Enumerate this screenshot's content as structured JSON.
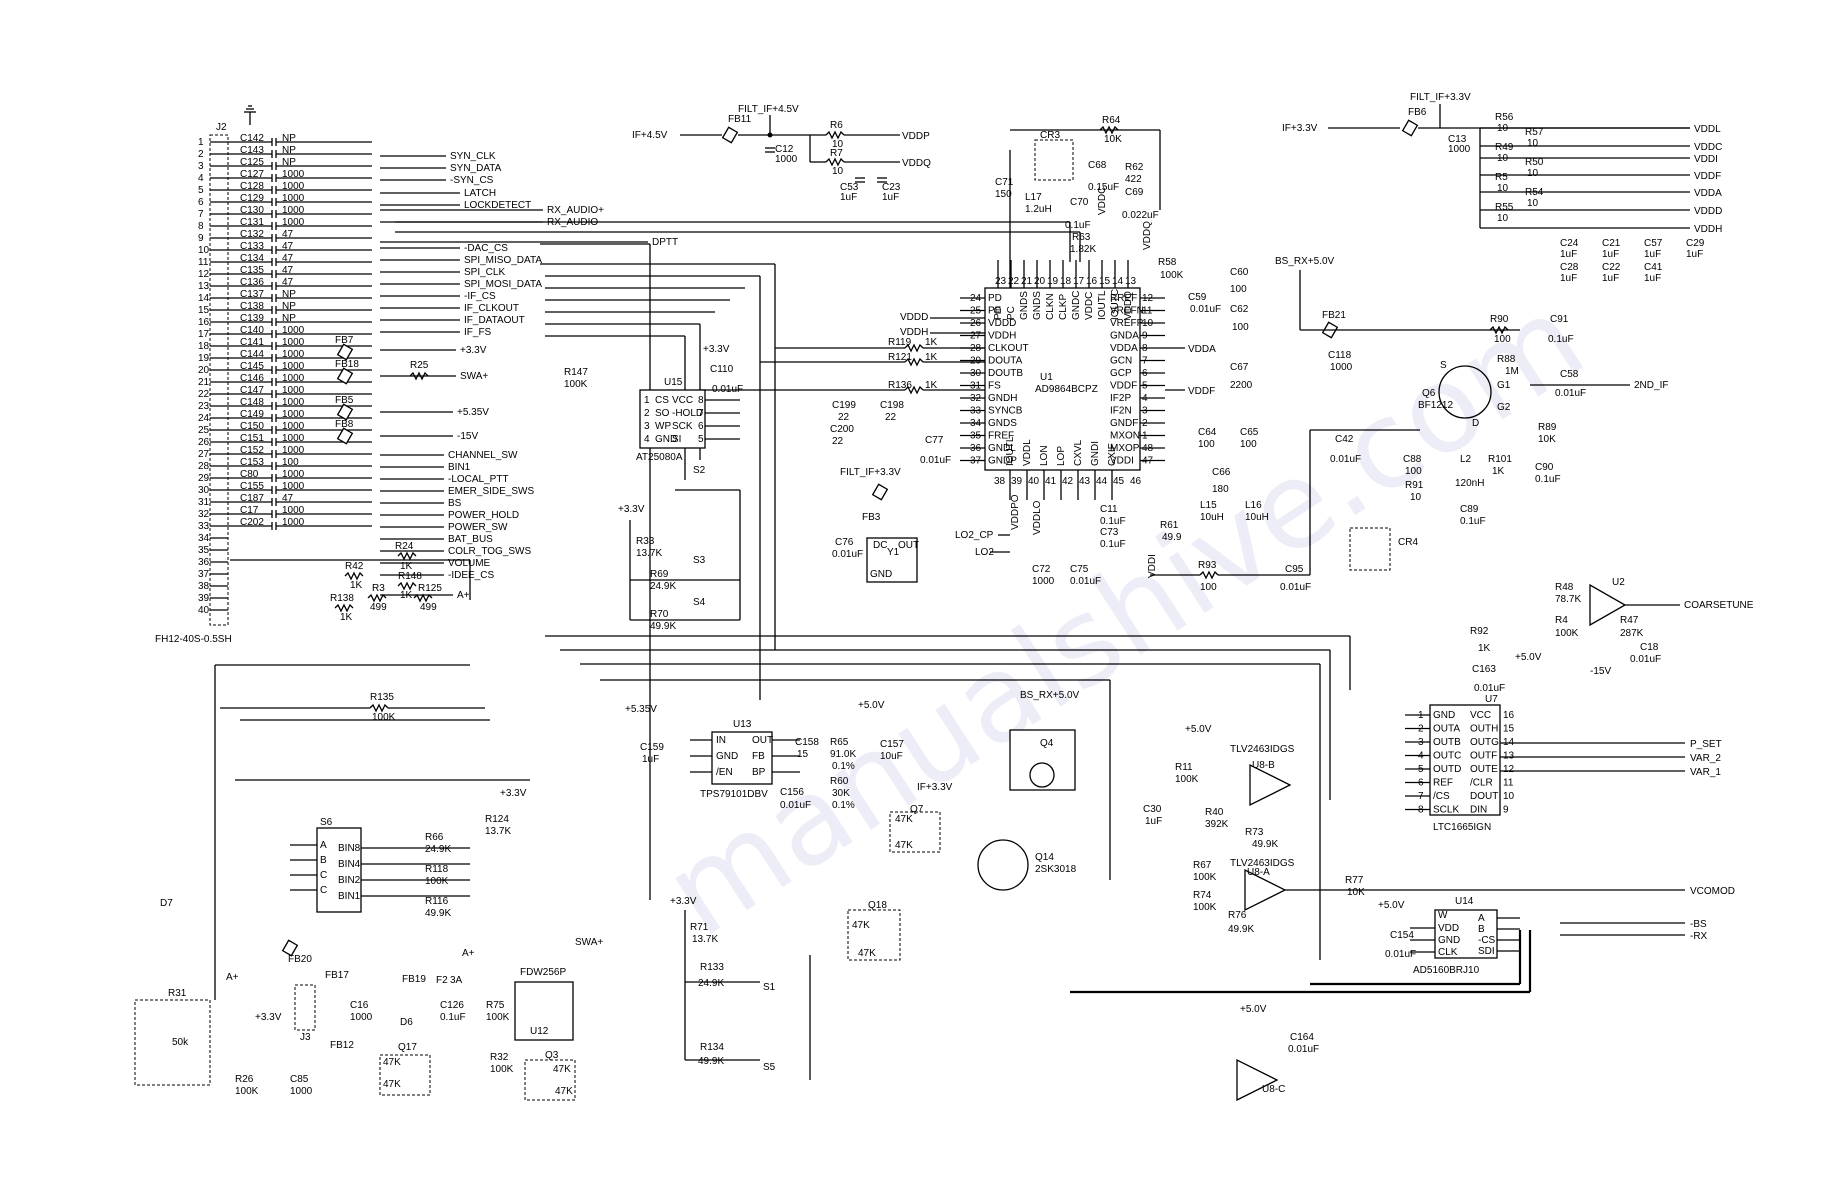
{
  "connector": {
    "ref": "J2",
    "part": "FH12-40S-0.5SH",
    "pins": [
      "1",
      "2",
      "3",
      "4",
      "5",
      "6",
      "7",
      "8",
      "9",
      "10",
      "11",
      "12",
      "13",
      "14",
      "15",
      "16",
      "17",
      "18",
      "19",
      "20",
      "21",
      "22",
      "23",
      "24",
      "25",
      "26",
      "27",
      "28",
      "29",
      "30",
      "31",
      "32",
      "33",
      "34",
      "35",
      "36",
      "37",
      "38",
      "39",
      "40"
    ]
  },
  "caps": [
    {
      "ref": "C142",
      "val": "NP"
    },
    {
      "ref": "C143",
      "val": "NP"
    },
    {
      "ref": "C125",
      "val": "NP"
    },
    {
      "ref": "C127",
      "val": "1000"
    },
    {
      "ref": "C128",
      "val": "1000"
    },
    {
      "ref": "C129",
      "val": "1000"
    },
    {
      "ref": "C130",
      "val": "1000"
    },
    {
      "ref": "C131",
      "val": "1000"
    },
    {
      "ref": "C132",
      "val": "47"
    },
    {
      "ref": "C133",
      "val": "47"
    },
    {
      "ref": "C134",
      "val": "47"
    },
    {
      "ref": "C135",
      "val": "47"
    },
    {
      "ref": "C136",
      "val": "47"
    },
    {
      "ref": "C137",
      "val": "NP"
    },
    {
      "ref": "C138",
      "val": "NP"
    },
    {
      "ref": "C139",
      "val": "NP"
    },
    {
      "ref": "C140",
      "val": "1000"
    },
    {
      "ref": "C141",
      "val": "1000"
    },
    {
      "ref": "C144",
      "val": "1000"
    },
    {
      "ref": "C145",
      "val": "1000"
    },
    {
      "ref": "C146",
      "val": "1000"
    },
    {
      "ref": "C147",
      "val": "1000"
    },
    {
      "ref": "C148",
      "val": "1000"
    },
    {
      "ref": "C149",
      "val": "1000"
    },
    {
      "ref": "C150",
      "val": "1000"
    },
    {
      "ref": "C151",
      "val": "1000"
    },
    {
      "ref": "C152",
      "val": "1000"
    },
    {
      "ref": "C153",
      "val": "100"
    },
    {
      "ref": "C80",
      "val": "1000"
    },
    {
      "ref": "C155",
      "val": "1000"
    },
    {
      "ref": "C187",
      "val": "47"
    },
    {
      "ref": "C17",
      "val": "1000"
    },
    {
      "ref": "C202",
      "val": "1000"
    }
  ],
  "signals": [
    "SYN_CLK",
    "SYN_DATA",
    "-SYN_CS",
    "LATCH",
    "LOCKDETECT",
    "RX_AUDIO+",
    "RX_AUDIO-",
    "DPTT",
    "-DAC_CS",
    "SPI_MISO_DATA",
    "SPI_CLK",
    "SPI_MOSI_DATA",
    "-IF_CS",
    "IF_CLKOUT",
    "IF_DATAOUT",
    "IF_FS",
    "+3.3V",
    "SWA+",
    "+5.35V",
    "-15V",
    "CHANNEL_SW",
    "BIN1",
    "-LOCAL_PTT",
    "EMER_SIDE_SWS",
    "BS",
    "POWER_HOLD",
    "POWER_SW",
    "BAT_BUS",
    "COLR_TOG_SWS",
    "VOLUME",
    "-IDEE_CS",
    "A+"
  ],
  "mid_refs": {
    "fb7": "FB7",
    "fb18": "FB18",
    "fb5": "FB5",
    "fb8": "FB8",
    "r25": "R25",
    "r24": "R24",
    "r24v": "1K",
    "r42": "R42",
    "r42v": "1K",
    "r148": "R148",
    "r148v": "1K",
    "r3": "R3",
    "r3v": "499",
    "r125": "R125",
    "r125v": "499",
    "r138": "R138",
    "r138v": "1K",
    "r135": "R135",
    "r135v": "100K"
  },
  "ifsupply": {
    "net": "IF+4.5V",
    "filt": "FILT_IF+4.5V",
    "fb": "FB11",
    "c12": "C12",
    "c12v": "1000",
    "r6": "R6",
    "r6v": "10",
    "r7": "R7",
    "r7v": "10",
    "c53": "C53",
    "c53v": "1uF",
    "c23": "C23",
    "c23v": "1uF",
    "vddp": "VDDP",
    "vddq": "VDDQ"
  },
  "rail33": {
    "net": "IF+3.3V",
    "filt": "FILT_IF+3.3V",
    "fb": "FB6",
    "c13": "C13",
    "c13v": "1000",
    "res": [
      {
        "ref": "R56",
        "val": "10"
      },
      {
        "ref": "R57",
        "val": "10"
      },
      {
        "ref": "R49",
        "val": "10"
      },
      {
        "ref": "R50",
        "val": "10"
      },
      {
        "ref": "R5",
        "val": "10"
      },
      {
        "ref": "R54",
        "val": "10"
      },
      {
        "ref": "R55",
        "val": "10"
      }
    ],
    "outs": [
      "VDDL",
      "VDDC",
      "VDDI",
      "VDDF",
      "VDDA",
      "VDDD",
      "VDDH"
    ],
    "caps": [
      {
        "ref": "C24",
        "val": "1uF"
      },
      {
        "ref": "C21",
        "val": "1uF"
      },
      {
        "ref": "C57",
        "val": "1uF"
      },
      {
        "ref": "C29",
        "val": "1uF"
      },
      {
        "ref": "C28",
        "val": "1uF"
      },
      {
        "ref": "C22",
        "val": "1uF"
      },
      {
        "ref": "C41",
        "val": "1uF"
      }
    ]
  },
  "u1": {
    "ref": "U1",
    "part": "AD9864BCPZ",
    "left": [
      "PD",
      "PE",
      "VDDD",
      "VDDH",
      "CLKOUT",
      "DOUTA",
      "DOUTB",
      "FS",
      "GNDH",
      "SYNCB",
      "GNDS",
      "FREF",
      "GNDL",
      "GNDP"
    ],
    "leftnum": [
      "24",
      "25",
      "26",
      "27",
      "28",
      "29",
      "30",
      "31",
      "32",
      "33",
      "34",
      "35",
      "36",
      "37"
    ],
    "right": [
      "RREF",
      "VREFN",
      "VREFP",
      "GNDA",
      "VDDA",
      "GCN",
      "GCP",
      "VDDF",
      "IF2P",
      "IF2N",
      "GNDF",
      "MXON",
      "MXOP",
      "VDDI"
    ],
    "rightnum": [
      "12",
      "11",
      "10",
      "9",
      "8",
      "7",
      "6",
      "5",
      "4",
      "3",
      "2",
      "1",
      "48",
      "47"
    ],
    "top": [
      "PD",
      "PC",
      "GNDS",
      "GNDS",
      "CLKN",
      "CLKP",
      "GNDC",
      "VDDC",
      "IOUTL",
      "IOUTC",
      "VDDQ"
    ],
    "topnum": [
      "23",
      "22",
      "21",
      "20",
      "19",
      "18",
      "17",
      "16",
      "15",
      "14",
      "13"
    ],
    "bot": [
      "IOUTL",
      "VDDL",
      "LON",
      "LOP",
      "CXVL",
      "GNDI",
      "CXIF"
    ],
    "botnum": [
      "38",
      "39",
      "40",
      "41",
      "42",
      "43",
      "44",
      "45",
      "46"
    ]
  },
  "u1parts": {
    "r64": "R64",
    "r64v": "10K",
    "cr3": "CR3",
    "c68": "C68",
    "c68v": "0.15uF",
    "r62": "R62",
    "r62v": "422",
    "c69": "C69",
    "c69v": "0.022uF",
    "c71": "C71",
    "c71v": "150",
    "l17": "L17",
    "l17v": "1.2uH",
    "c70": "C70",
    "c70v": "0.1uF",
    "r63": "R63",
    "r63v": "1.82K",
    "vddc": "VDDC",
    "vddq": "VDDQ",
    "r58": "R58",
    "r58v": "100K",
    "c60": "C60",
    "c60v": "100",
    "c59": "C59",
    "c59v": "0.01uF",
    "c62": "C62",
    "c62v": "100",
    "vdda": "VDDA",
    "c67": "C67",
    "c67v": "2200",
    "vddf": "VDDF",
    "c64": "C64",
    "c64v": "100",
    "c65": "C65",
    "c65v": "100",
    "c66": "C66",
    "c66v": "180",
    "l15": "L15",
    "l15v": "10uH",
    "l16": "L16",
    "l16v": "10uH",
    "c11": "C11",
    "c11v": "0.1uF",
    "c73": "C73",
    "c73v": "0.1uF",
    "r61": "R61",
    "r61v": "49.9",
    "vddi": "VDDI",
    "vddd": "VDDD",
    "vddh": "VDDH",
    "r119": "R119",
    "r119v": "1K",
    "r121": "R121",
    "r121v": "1K",
    "r136": "R136",
    "r136v": "1K",
    "c199": "C199",
    "c199v": "22",
    "c198": "C198",
    "c198v": "22",
    "c200": "C200",
    "c200v": "22",
    "c77": "C77",
    "c77v": "0.01uF",
    "filt33": "FILT_IF+3.3V",
    "fb3": "FB3",
    "c76": "C76",
    "c76v": "0.01uF",
    "y1": "Y1",
    "y1dc": "DC",
    "y1out": "OUT",
    "y1gnd": "GND",
    "vddpo": "VDDPO",
    "vddlo": "VDDLO",
    "lo2cp": "LO2_CP",
    "lo2": "LO2",
    "c72": "C72",
    "c72v": "1000",
    "c75": "C75",
    "c75v": "0.01uF",
    "r93": "R93",
    "r93v": "100",
    "c95": "C95",
    "c95v": "0.01uF"
  },
  "u15": {
    "ref": "U15",
    "part": "AT25080A",
    "p33": "+3.3V",
    "c110": "C110",
    "c110v": "0.01uF",
    "r147": "R147",
    "r147v": "100K",
    "pins": [
      "CS",
      "SO",
      "WP",
      "GND",
      "VCC",
      "-HOLD",
      "SCK",
      "SI"
    ]
  },
  "switches": {
    "s2": "S2",
    "s3": "S3",
    "s4": "S4",
    "p33": "+3.3V",
    "r33": "R33",
    "r33v": "13.7K",
    "r69": "R69",
    "r69v": "24.9K",
    "r70": "R70",
    "r70v": "49.9K"
  },
  "rfsw": {
    "bsrx": "BS_RX+5.0V",
    "fb21": "FB21",
    "c118": "C118",
    "c118v": "1000",
    "r90": "R90",
    "r90v": "100",
    "c91": "C91",
    "c91v": "0.1uF",
    "r88": "R88",
    "r88v": "1M",
    "c58": "C58",
    "c58v": "0.01uF",
    "q6": "Q6",
    "q6p": "BF1212",
    "g1": "G1",
    "g2": "G2",
    "s": "S",
    "d": "D",
    "out": "2ND_IF",
    "r89": "R89",
    "r89v": "10K",
    "c42": "C42",
    "c42v": "0.01uF",
    "c88": "C88",
    "c88v": "100",
    "l2": "L2",
    "l2v": "120nH",
    "r101": "R101",
    "r101v": "1K",
    "r91": "R91",
    "r91v": "10",
    "c89": "C89",
    "c89v": "0.1uF",
    "c90": "C90",
    "c90v": "0.1uF",
    "cr4": "CR4"
  },
  "u2": {
    "ref": "U2",
    "r48": "R48",
    "r48v": "78.7K",
    "r4": "R4",
    "r4v": "100K",
    "r47": "R47",
    "r47v": "287K",
    "c18": "C18",
    "c18v": "0.01uF",
    "m15": "-15V",
    "out": "COARSETUNE",
    "r92": "R92",
    "r92v": "1K",
    "p5": "+5.0V",
    "c163": "C163",
    "c163v": "0.01uF"
  },
  "u7": {
    "ref": "U7",
    "part": "LTC1665IGN",
    "left": [
      "GND",
      "OUTA",
      "OUTB",
      "OUTC",
      "OUTD",
      "REF",
      "/CS",
      "SCLK"
    ],
    "leftnum": [
      "1",
      "2",
      "3",
      "4",
      "5",
      "6",
      "7",
      "8"
    ],
    "right": [
      "VCC",
      "OUTH",
      "OUTG",
      "OUTF",
      "OUTE",
      "/CLR",
      "DOUT",
      "DIN"
    ],
    "rightnum": [
      "16",
      "15",
      "14",
      "13",
      "12",
      "11",
      "10",
      "9"
    ],
    "outs": [
      "P_SET",
      "VAR_2",
      "VAR_1"
    ]
  },
  "u8": {
    "p5": "+5.0V",
    "r11": "R11",
    "r11v": "100K",
    "r40": "R40",
    "r40v": "392K",
    "c30": "C30",
    "c30v": "1uF",
    "u8b": "TLV2463IDGS",
    "u8bref": "U8-B",
    "u8a": "TLV2463IDGS",
    "u8aref": "U8-A",
    "r73": "R73",
    "r73v": "49.9K",
    "r67": "R67",
    "r67v": "100K",
    "r74": "R74",
    "r74v": "100K",
    "r76": "R76",
    "r76v": "49.9K",
    "r77": "R77",
    "r77v": "10K",
    "vco": "VCOMOD",
    "u8c": "U8-C",
    "c164": "C164",
    "c164v": "0.01uF",
    "p5b": "+5.0V"
  },
  "u14": {
    "ref": "U14",
    "part": "AD5160BRJ10",
    "left": [
      "VDD",
      "GND",
      "CLK"
    ],
    "right": [
      "A",
      "B",
      "-CS",
      "SDI"
    ],
    "top": "W",
    "p5": "+5.0V",
    "c154": "C154",
    "c154v": "0.01uF",
    "outs": [
      "-BS",
      "-RX"
    ]
  },
  "u13": {
    "ref": "U13",
    "part": "TPS79101DBV",
    "p535": "+5.35V",
    "p50": "+5.0V",
    "c159": "C159",
    "c159v": "1uF",
    "c158": "C158",
    "c158v": "15",
    "r65": "R65",
    "r65v": "91.0K",
    "r65t": "0.1%",
    "r60": "R60",
    "r60v": "30K",
    "r60t": "0.1%",
    "c156": "C156",
    "c156v": "0.01uF",
    "c157": "C157",
    "c157v": "10uF",
    "pins": [
      "IN",
      "GND",
      "/EN",
      "OUT",
      "FB",
      "BP"
    ]
  },
  "q4": {
    "bsrx": "BS_RX+5.0V",
    "ref": "Q4",
    "q14": "Q14",
    "q14p": "2SK3018",
    "q7": "Q7",
    "q7a": "47K",
    "q7b": "47K",
    "ifp": "IF+3.3V",
    "q18": "Q18",
    "q18a": "47K",
    "q18b": "47K"
  },
  "s6": {
    "ref": "S6",
    "pins": [
      "BIN8",
      "BIN4",
      "BIN2",
      "BIN1"
    ],
    "abc": [
      "A",
      "B",
      "C",
      "C"
    ],
    "r66": "R66",
    "r66v": "24.9K",
    "r118": "R118",
    "r118v": "100K",
    "r116": "R116",
    "r116v": "49.9K",
    "p33": "+3.3V",
    "r124": "R124",
    "r124v": "13.7K",
    "d7": "D7"
  },
  "power": {
    "fb20": "FB20",
    "fb17": "FB17",
    "fb19": "FB19",
    "fb12": "FB12",
    "f2": "F2",
    "f2v": "3A",
    "ap": "A+",
    "swa": "SWA+",
    "c16": "C16",
    "c16v": "1000",
    "d6": "D6",
    "c126": "C126",
    "c126v": "0.1uF",
    "r75": "R75",
    "r75v": "100K",
    "u12": "U12",
    "u12p": "FDW256P",
    "j3": "J3",
    "r31": "R31",
    "r31v": "50k",
    "ap2": "A+",
    "p33": "+3.3V",
    "r26": "R26",
    "r26v": "100K",
    "c85": "C85",
    "c85v": "1000",
    "q17": "Q17",
    "q17a": "47K",
    "q17b": "47K",
    "r32": "R32",
    "r32v": "100K",
    "q3": "Q3",
    "q3a": "47K",
    "q3b": "47K"
  },
  "sw1": {
    "p33": "+3.3V",
    "r71": "R71",
    "r71v": "13.7K",
    "r133": "R133",
    "r133v": "24.9K",
    "s1": "S1",
    "r134": "R134",
    "r134v": "49.9K",
    "s5": "S5"
  },
  "watermark": "manualshive.com"
}
